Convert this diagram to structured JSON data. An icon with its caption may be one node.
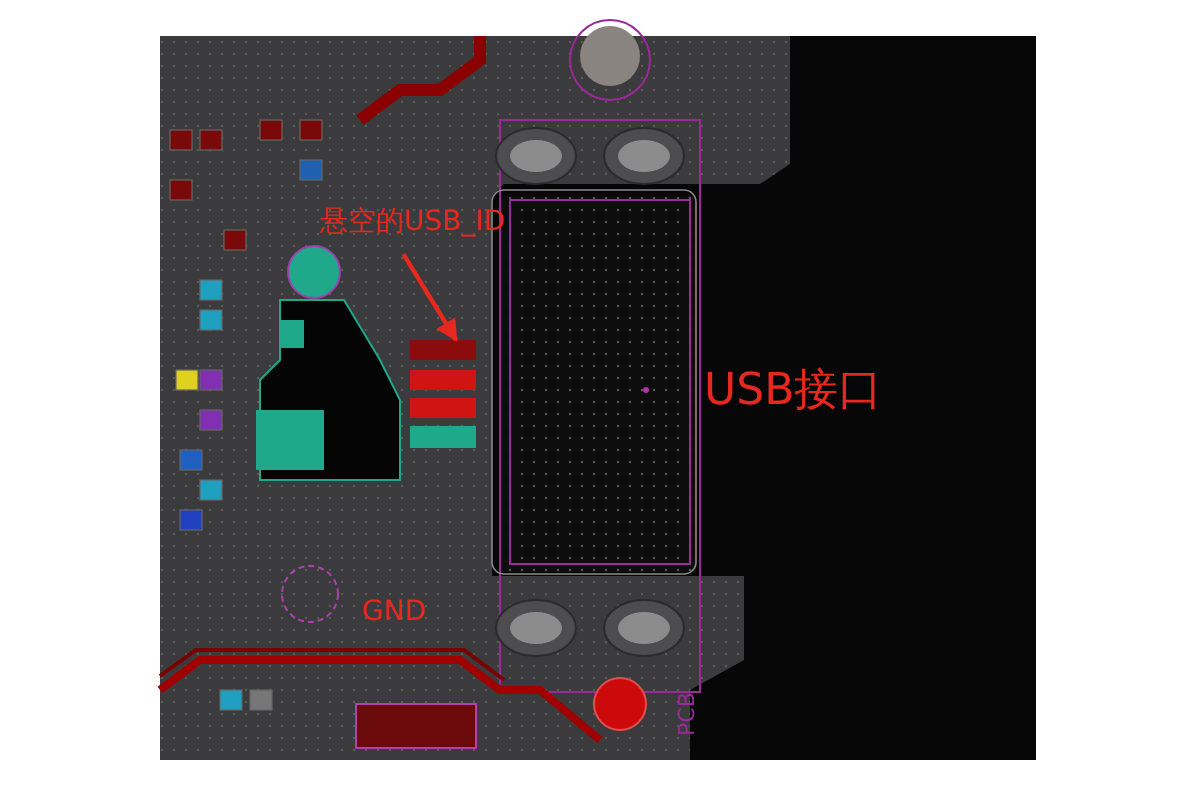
{
  "diagram": {
    "nodes": [
      {
        "text": [
          "悬空的USB_ID"
        ]
      },
      {
        "text": [],
        "shape": "box"
      }
    ],
    "edges": [
      {
        "from": 0,
        "to": 1,
        "arrow": "to",
        "color": "#e8281e"
      }
    ],
    "labels": [
      "USB接口",
      "GND",
      "PCB"
    ]
  }
}
